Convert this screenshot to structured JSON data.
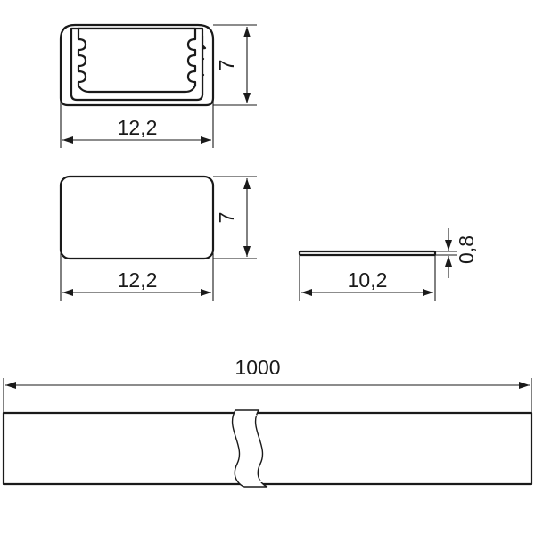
{
  "drawing": {
    "profile": {
      "width_label": "12,2",
      "height_label": "7"
    },
    "end_cap": {
      "width_label": "12,2",
      "height_label": "7"
    },
    "diffuser": {
      "width_label": "10,2",
      "thickness_label": "0,8"
    },
    "length_view": {
      "length_label": "1000"
    }
  }
}
